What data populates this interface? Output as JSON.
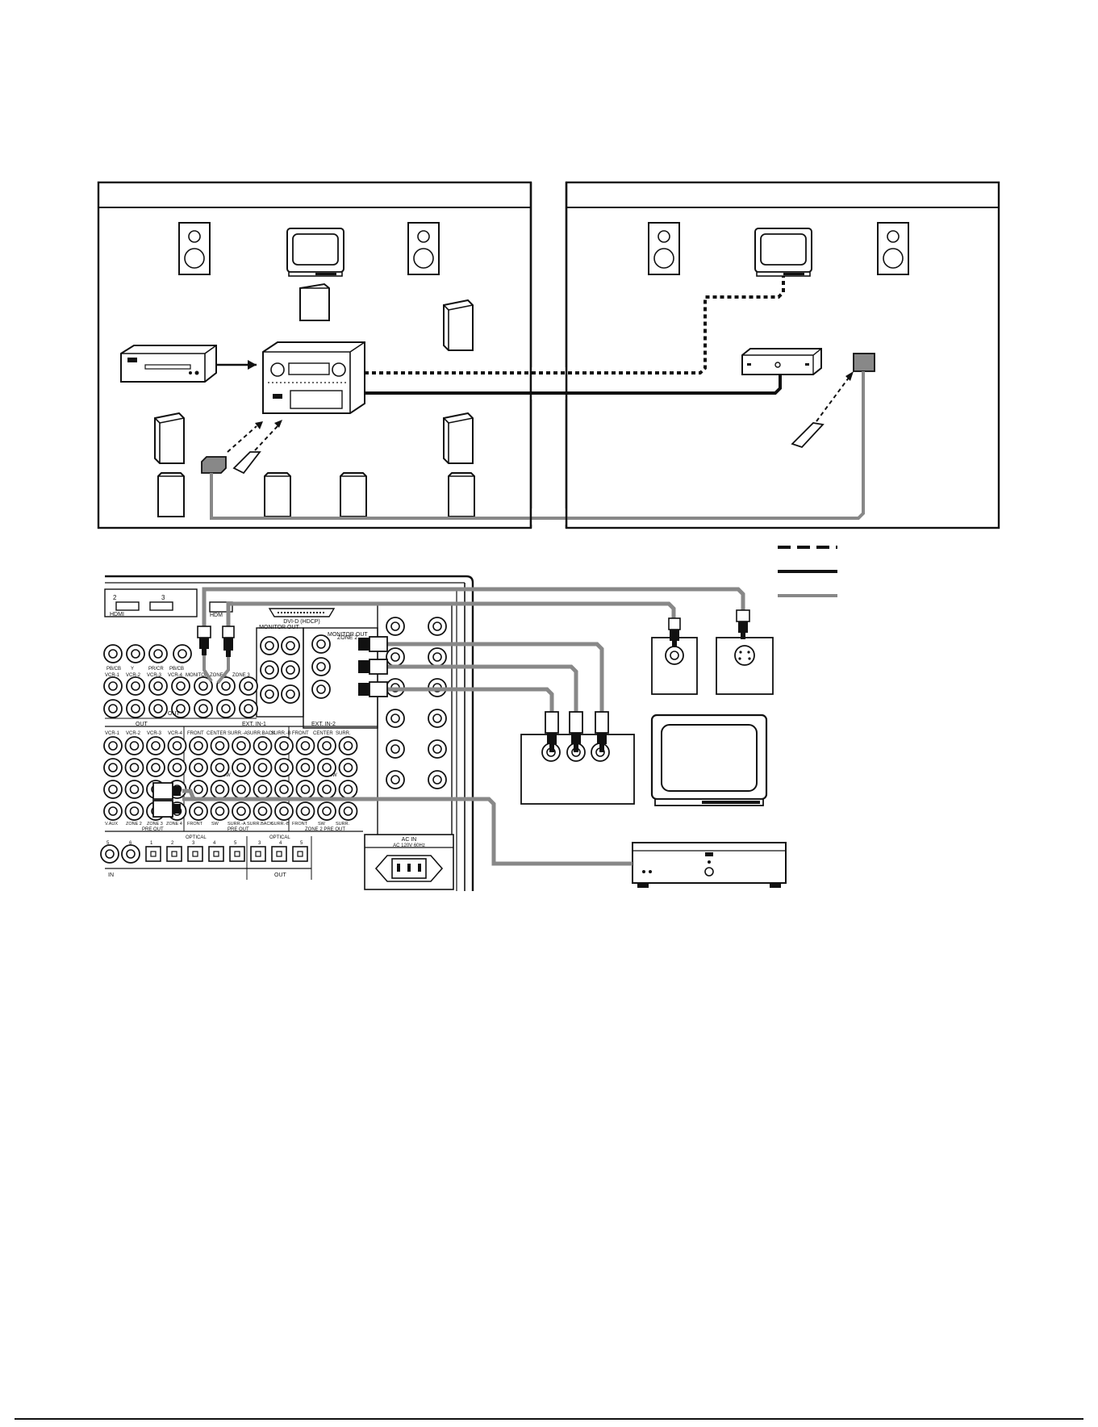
{
  "figure": {
    "room_panels": [
      {
        "name": "main-room",
        "heading": ""
      },
      {
        "name": "remote-room",
        "heading": ""
      }
    ],
    "legend": [
      {
        "style": "dashed",
        "label": ""
      },
      {
        "style": "solid-black",
        "label": ""
      },
      {
        "style": "solid-gray",
        "label": ""
      }
    ],
    "panel_labels": {
      "hdmi_2": "2",
      "hdmi_3": "3",
      "hdmi_group": "HDMI",
      "hdmi_out": "HDM",
      "dvi_d": "DVI-D (HDCP)",
      "monitor_out_top": "MONITOR OUT",
      "monitor_out": "MONITOR OUT",
      "zone2": "ZONE 2",
      "video_row1": [
        "PB/CB",
        "Y",
        "PR/CR",
        "PB/CB"
      ],
      "vcr_row": [
        "VCR-1",
        "VCR-2",
        "VCR-3",
        "VCR-4",
        "MONITOR",
        "ZONE 2",
        "ZONE 3"
      ],
      "out_label": "OUT",
      "out_header": "OUT",
      "ext_in_1": "EXT. IN-1",
      "ext_in_2": "EXT. IN-2",
      "audio_row1": [
        "VCR-1",
        "VCR-2",
        "VCR-3",
        "VCR-4",
        "FRONT",
        "CENTER",
        "SURR.-A",
        "SURR.BACK",
        "SURR.-B",
        "FRONT",
        "CENTER",
        "SURR."
      ],
      "sw": "SW",
      "zone_row": [
        "V.AUX",
        "ZONE 2",
        "ZONE 3",
        "ZONE 4",
        "FRONT",
        "SW",
        "SURR.-A",
        "SURR.BACK",
        "SURR.-B",
        "FRONT",
        "SW",
        "SURR."
      ],
      "pre_out": "PRE OUT",
      "zone2_pre_out": "ZONE 2 PRE OUT",
      "optical": "OPTICAL",
      "optical_in_numbers": [
        "5",
        "6",
        "1",
        "2",
        "3",
        "4",
        "5"
      ],
      "optical_out_numbers": [
        "3",
        "4",
        "5"
      ],
      "in_label": "IN",
      "out_label2": "OUT",
      "ac_in": "AC IN",
      "ac_spec": "AC 120V 60Hz"
    }
  }
}
